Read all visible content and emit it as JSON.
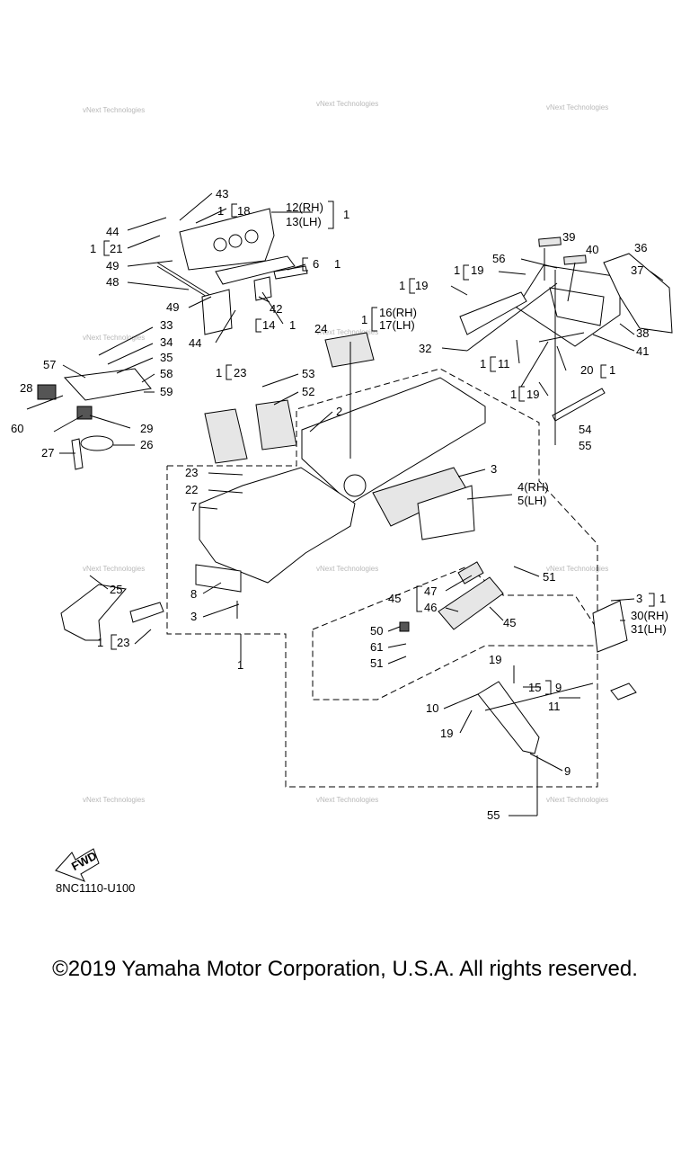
{
  "watermark": "vNext Technologies",
  "fwd_label": "FWD",
  "diagram_code": "8NC1110-U100",
  "copyright": "©2019 Yamaha Motor Corporation, U.S.A. All rights reserved.",
  "labels": {
    "l43": "43",
    "l18": "18",
    "l18_1": "1",
    "l12rh": "12(RH)",
    "l13lh": "13(LH)",
    "l12_1": "1",
    "l44a": "44",
    "l21_1": "1",
    "l21": "21",
    "l49a": "49",
    "l48": "48",
    "l6": "6",
    "l6_1": "1",
    "l42": "42",
    "l49b": "49",
    "l14": "14",
    "l14_1": "1",
    "l44b": "44",
    "l39": "39",
    "l40": "40",
    "l36": "36",
    "l37": "37",
    "l56": "56",
    "l19_1a": "1",
    "l19a": "19",
    "l19_1b": "1",
    "l19b": "19",
    "l16_1": "1",
    "l16rh": "16(RH)",
    "l17lh": "17(LH)",
    "l24": "24",
    "l32": "32",
    "l11_1": "1",
    "l11a": "11",
    "l20": "20",
    "l20_1": "1",
    "l38": "38",
    "l41": "41",
    "l19_1c": "1",
    "l19c": "19",
    "l54": "54",
    "l55a": "55",
    "l33": "33",
    "l34": "34",
    "l35": "35",
    "l57": "57",
    "l58": "58",
    "l59": "59",
    "l28": "28",
    "l29": "29",
    "l60": "60",
    "l26": "26",
    "l27": "27",
    "l23_1a": "1",
    "l23a": "23",
    "l53": "53",
    "l52": "52",
    "l2": "2",
    "l3a": "3",
    "l4rh": "4(RH)",
    "l5lh": "5(LH)",
    "l23b": "23",
    "l22": "22",
    "l7": "7",
    "l8": "8",
    "l3b": "3",
    "l25": "25",
    "l23_1c": "1",
    "l23c": "23",
    "l1": "1",
    "l47": "47",
    "l51a": "51",
    "l45a": "45",
    "l46": "46",
    "l45b": "45",
    "l3c": "3",
    "l3c_1": "1",
    "l30rh": "30(RH)",
    "l31lh": "31(LH)",
    "l50": "50",
    "l61": "61",
    "l51b": "51",
    "l19d": "19",
    "l15": "15",
    "l15_9": "9",
    "l11b": "11",
    "l10": "10",
    "l19e": "19",
    "l9": "9",
    "l55b": "55"
  }
}
